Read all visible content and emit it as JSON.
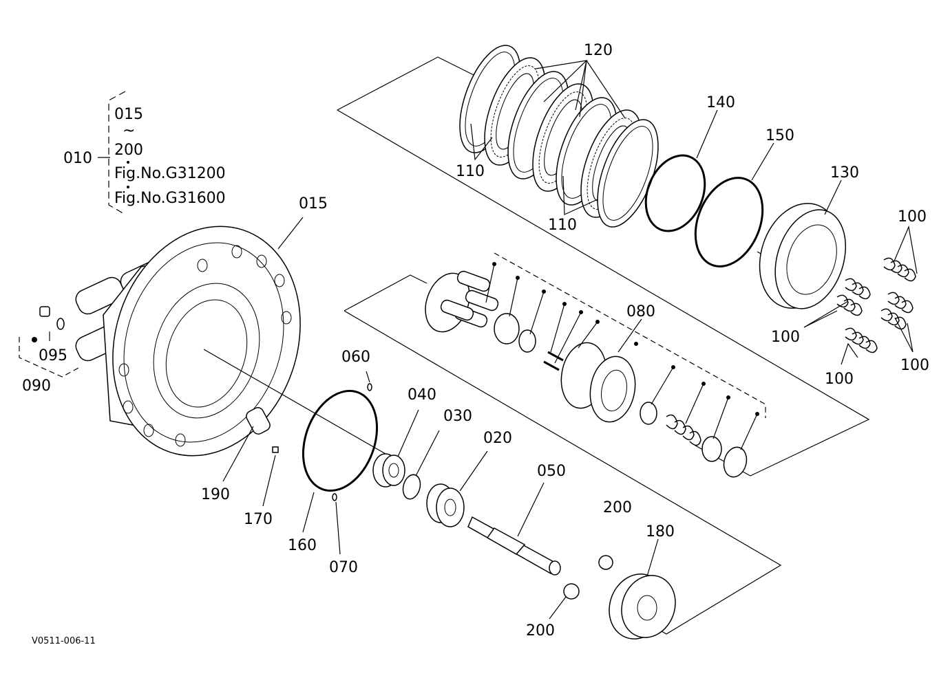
{
  "drawing_code": "V0511-006-11",
  "reference_group": {
    "main": "010",
    "range_start": "015",
    "range_sep": "~",
    "range_end": "200",
    "figures": [
      "Fig.No.G31200",
      "Fig.No.G31600"
    ]
  },
  "callouts": [
    {
      "id": "c120",
      "text": "120"
    },
    {
      "id": "c110a",
      "text": "110"
    },
    {
      "id": "c110b",
      "text": "110"
    },
    {
      "id": "c140",
      "text": "140"
    },
    {
      "id": "c150",
      "text": "150"
    },
    {
      "id": "c130",
      "text": "130"
    },
    {
      "id": "c100a",
      "text": "100"
    },
    {
      "id": "c100b",
      "text": "100"
    },
    {
      "id": "c100c",
      "text": "100"
    },
    {
      "id": "c100d",
      "text": "100"
    },
    {
      "id": "c015",
      "text": "015"
    },
    {
      "id": "c080",
      "text": "080"
    },
    {
      "id": "c095",
      "text": "095"
    },
    {
      "id": "c090",
      "text": "090"
    },
    {
      "id": "c060",
      "text": "060"
    },
    {
      "id": "c040",
      "text": "040"
    },
    {
      "id": "c030",
      "text": "030"
    },
    {
      "id": "c020",
      "text": "020"
    },
    {
      "id": "c050",
      "text": "050"
    },
    {
      "id": "c190",
      "text": "190"
    },
    {
      "id": "c170",
      "text": "170"
    },
    {
      "id": "c160",
      "text": "160"
    },
    {
      "id": "c070",
      "text": "070"
    },
    {
      "id": "c200a",
      "text": "200"
    },
    {
      "id": "c200b",
      "text": "200"
    },
    {
      "id": "c180",
      "text": "180"
    }
  ]
}
